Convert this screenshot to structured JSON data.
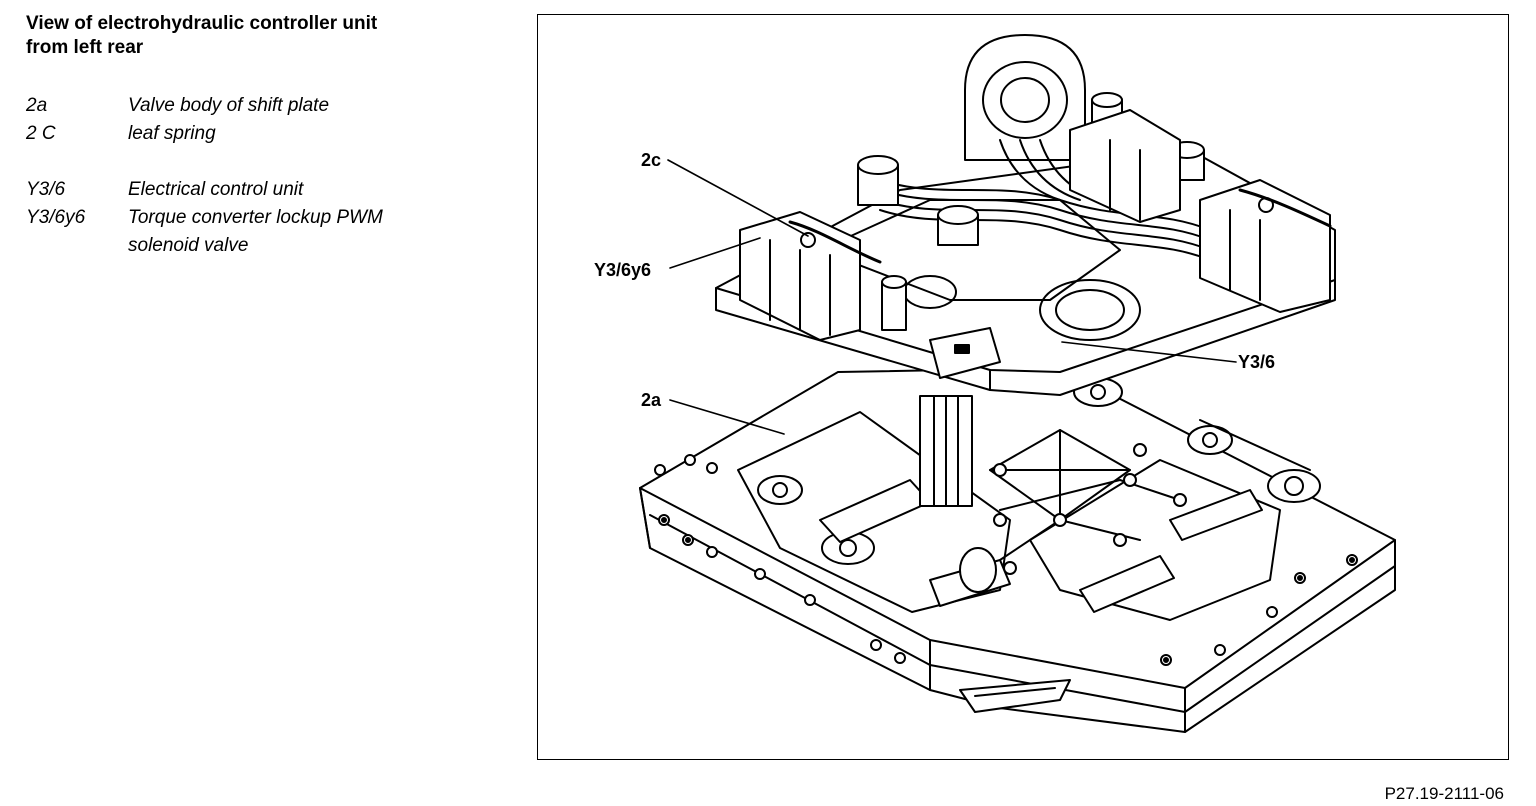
{
  "title_line1": "View of electrohydraulic controller unit",
  "title_line2": "from left rear",
  "legend": [
    {
      "code": "2a",
      "desc": "Valve body of shift plate"
    },
    {
      "code": "2 C",
      "desc": "leaf spring"
    },
    {
      "code": "Y3/6",
      "desc": "Electrical control unit"
    },
    {
      "code": "Y3/6y6",
      "desc": "Torque converter lockup PWM solenoid valve"
    }
  ],
  "callouts": {
    "c2c": "2c",
    "y3_6y6": "Y3/6y6",
    "y3_6": "Y3/6",
    "c2a": "2a"
  },
  "figure_ref": "P27.19-2111-06"
}
